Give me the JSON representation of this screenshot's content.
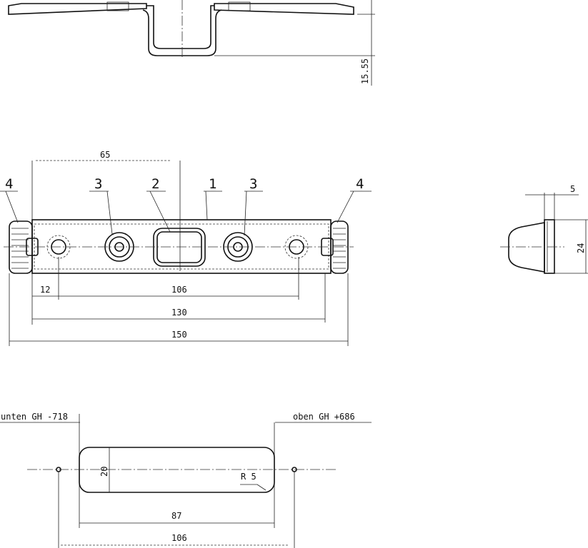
{
  "top_view": {
    "height_dim": "15.55"
  },
  "front_view": {
    "center_dim": "65",
    "callouts": [
      "4",
      "3",
      "2",
      "1",
      "3",
      "4"
    ],
    "dims": {
      "edge_to_hole": "12",
      "hole_spacing": "106",
      "inner_length": "130",
      "overall_length": "150"
    }
  },
  "side_view": {
    "thickness": "5",
    "width": "24"
  },
  "cutout_view": {
    "lower_label": "unten GH -718",
    "upper_label": "oben GH +686",
    "slot_height": "20",
    "radius": "R 5",
    "slot_length": "87",
    "hole_spacing": "106"
  }
}
